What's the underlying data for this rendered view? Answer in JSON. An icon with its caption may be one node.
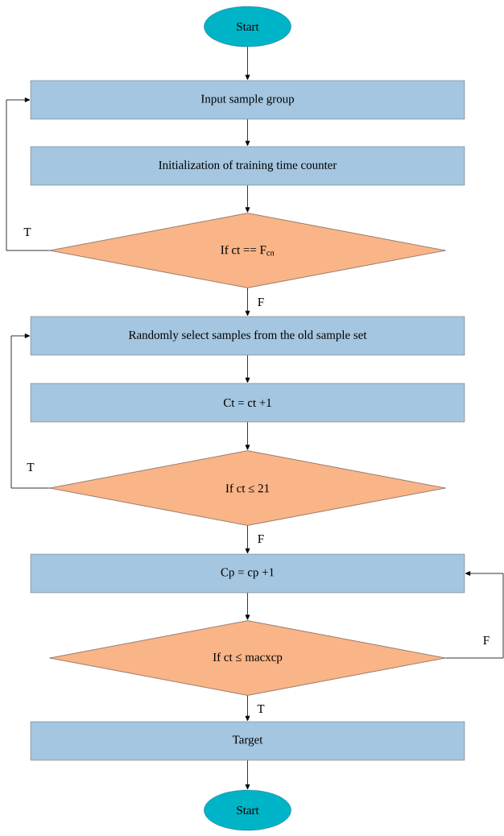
{
  "diagram": {
    "nodes": [
      {
        "text": [
          "Start"
        ]
      },
      {
        "text": [
          "Input sample group"
        ]
      },
      {
        "text": [
          "Initialization of training time counter"
        ]
      },
      {
        "text": [
          "If ct == F$_{cn}$"
        ]
      },
      {
        "text": [
          "Randomly select samples from the old sample set"
        ]
      },
      {
        "text": [
          "Ct = ct +1"
        ]
      },
      {
        "text": [
          "If ct ≤ 21"
        ]
      },
      {
        "text": [
          "Cp = cp +1"
        ]
      },
      {
        "text": [
          "If ct ≤ macxcp"
        ]
      },
      {
        "text": [
          "Target"
        ]
      },
      {
        "text": [
          "Start"
        ]
      }
    ],
    "edges": [
      {
        "from": 0,
        "to": 1,
        "arrow": "to"
      },
      {
        "from": 1,
        "to": 2,
        "arrow": "to"
      },
      {
        "from": 2,
        "to": 3,
        "arrow": "to"
      },
      {
        "from": 3,
        "to": 1,
        "arrow": "to",
        "label": "T"
      },
      {
        "from": 3,
        "to": 4,
        "arrow": "to",
        "label": "F"
      },
      {
        "from": 4,
        "to": 5,
        "arrow": "to"
      },
      {
        "from": 5,
        "to": 6,
        "arrow": "to"
      },
      {
        "from": 6,
        "to": 4,
        "arrow": "to",
        "label": "T"
      },
      {
        "from": 6,
        "to": 7,
        "arrow": "to",
        "label": "F"
      },
      {
        "from": 7,
        "to": 8,
        "arrow": "to"
      },
      {
        "from": 8,
        "to": 7,
        "arrow": "to",
        "label": "F"
      },
      {
        "from": 8,
        "to": 9,
        "arrow": "to",
        "label": "T"
      },
      {
        "from": 9,
        "to": 10,
        "arrow": "to"
      }
    ]
  }
}
